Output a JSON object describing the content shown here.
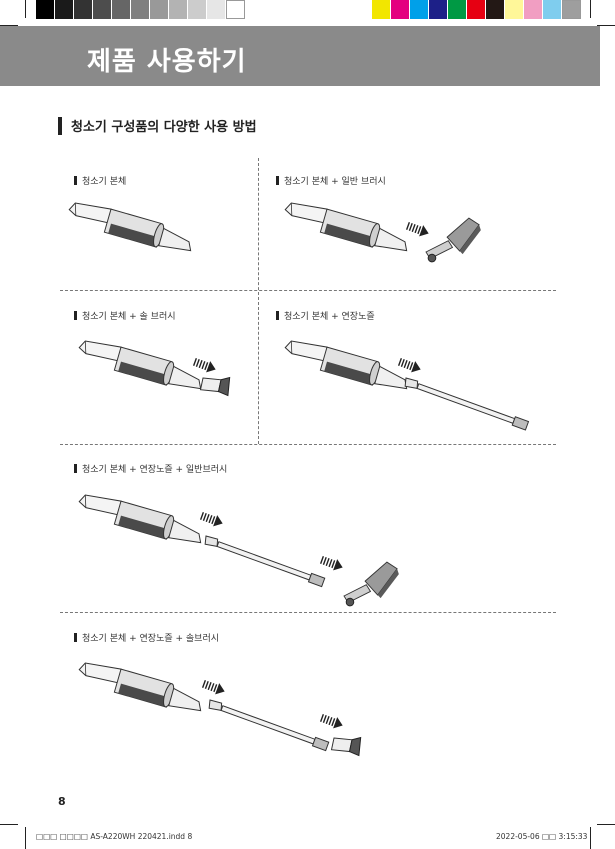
{
  "calibration_bar": {
    "gray_swatches": [
      "#000000",
      "#1a1a1a",
      "#333333",
      "#4d4d4d",
      "#666666",
      "#808080",
      "#999999",
      "#b3b3b3",
      "#cccccc",
      "#e6e6e6",
      "#ffffff"
    ],
    "color_swatches": [
      "#f2e600",
      "#e4007f",
      "#00a0e9",
      "#1d2088",
      "#009944",
      "#e60012",
      "#231815",
      "#fff799",
      "#f19ec2",
      "#7fcdee",
      "#9e9e9e"
    ]
  },
  "header": {
    "title": "제품 사용하기",
    "band_color": "#8a8a8a"
  },
  "section": {
    "heading": "청소기 구성품의 다양한 사용 방법"
  },
  "configurations": [
    {
      "label": "청소기 본체",
      "parts": [
        "main-body"
      ]
    },
    {
      "label": "청소기 본체 + 일반 브러시",
      "parts": [
        "main-body",
        "floor-brush"
      ]
    },
    {
      "label": "청소기 본체 + 솔 브러시",
      "parts": [
        "main-body",
        "bristle-brush"
      ]
    },
    {
      "label": "청소기 본체 + 연장노즐",
      "parts": [
        "main-body",
        "extension-nozzle"
      ]
    },
    {
      "label": "청소기 본체 + 연장노즐 + 일반브러시",
      "parts": [
        "main-body",
        "extension-nozzle",
        "floor-brush"
      ]
    },
    {
      "label": "청소기 본체 + 연장노즐 + 솔브러시",
      "parts": [
        "main-body",
        "extension-nozzle",
        "bristle-brush"
      ]
    }
  ],
  "page_number": "8",
  "footer": {
    "file_info": "□□□ □□□□ AS-A220WH 220421.indd 8",
    "date_time": "2022-05-06 □□ 3:15:33"
  }
}
